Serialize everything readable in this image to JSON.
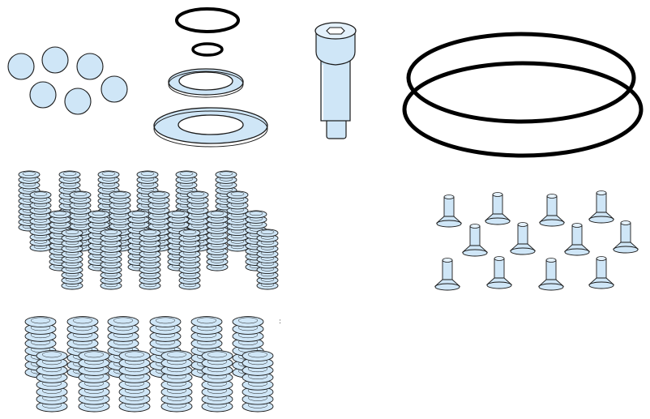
{
  "palette": {
    "part_fill": "#cfe6f7",
    "part_stroke": "#1a1a1a",
    "oring": "#000000",
    "background": "#ffffff"
  },
  "groups": {
    "balls": {
      "count": 6,
      "icon": "ball-icon"
    },
    "small_orings": {
      "count": 2,
      "icon": "o-ring-icon"
    },
    "washers": {
      "count": 2,
      "icon": "washer-icon"
    },
    "shoulder_bolt": {
      "count": 1,
      "icon": "shoulder-bolt-icon"
    },
    "large_orings": {
      "count": 2,
      "icon": "o-ring-icon"
    },
    "small_springs": {
      "count": 23,
      "icon": "coil-spring-icon"
    },
    "large_springs": {
      "count": 12,
      "icon": "coil-spring-icon"
    },
    "flat_head_screws": {
      "count": 12,
      "icon": "flat-head-screw-icon"
    }
  },
  "stray_mark": ":"
}
